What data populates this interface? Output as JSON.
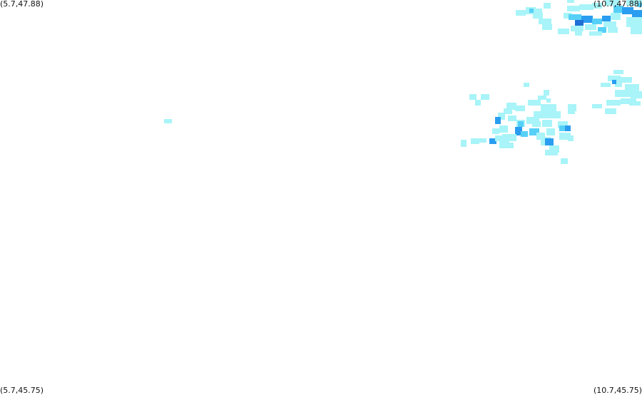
{
  "corners": {
    "top_left": "(5.7,47.88)",
    "top_right": "(10.7,47.88)",
    "bottom_left": "(5.7,45.75)",
    "bottom_right": "(10.7,45.75)"
  },
  "bounds": {
    "lon_min": 5.7,
    "lon_max": 10.7,
    "lat_min": 45.75,
    "lat_max": 47.88
  },
  "colors": {
    "light": "#a8f4f8",
    "medium": "#57d0f7",
    "strong": "#2a9df0",
    "dark": "#1f6fd6"
  }
}
